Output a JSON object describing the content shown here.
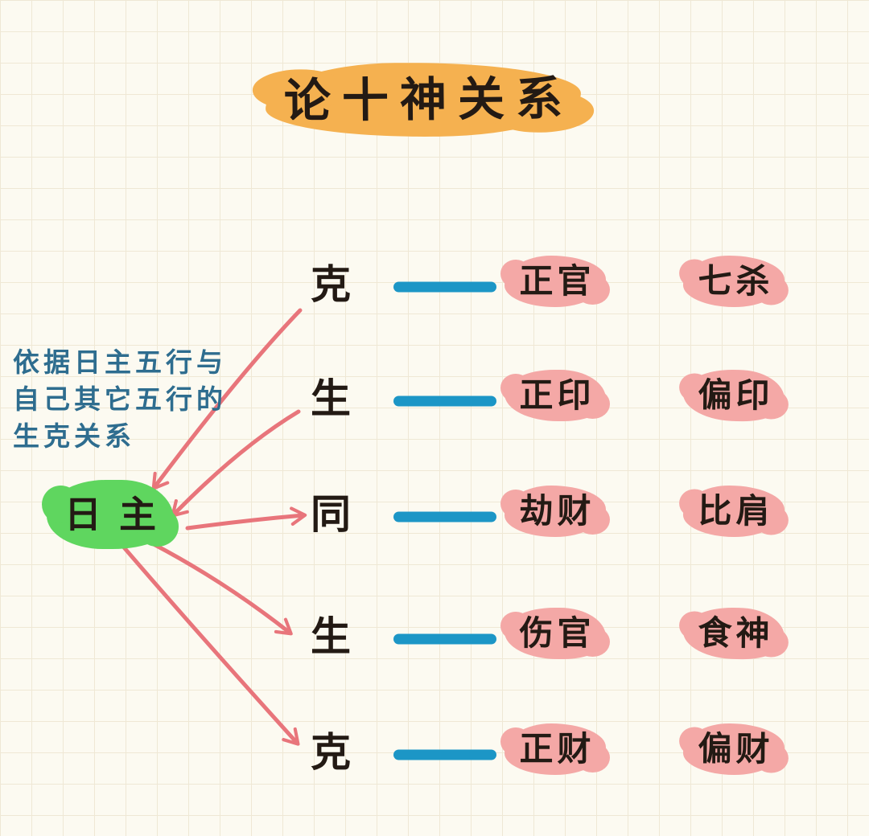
{
  "title": {
    "text": "论十神关系"
  },
  "note": {
    "lines": [
      "依据日主五行与",
      "自己其它五行的",
      "生克关系"
    ]
  },
  "day_master": {
    "label": "日主"
  },
  "relations": {
    "rows": [
      {
        "relation": "克",
        "primary": "正官",
        "secondary": "七杀",
        "arrow_direction": "row-to-day-master"
      },
      {
        "relation": "生",
        "primary": "正印",
        "secondary": "偏印",
        "arrow_direction": "row-to-day-master"
      },
      {
        "relation": "同",
        "primary": "劫财",
        "secondary": "比肩",
        "arrow_direction": "day-master-to-row"
      },
      {
        "relation": "生",
        "primary": "伤官",
        "secondary": "食神",
        "arrow_direction": "day-master-to-row"
      },
      {
        "relation": "克",
        "primary": "正财",
        "secondary": "偏财",
        "arrow_direction": "day-master-to-row"
      }
    ]
  },
  "colors": {
    "background": "#fcfaf1",
    "grid_line": "#efe8d5",
    "title_highlight": "#f5b150",
    "term_highlight": "#f4a8a6",
    "day_master_highlight": "#5fd65f",
    "connector_line": "#1c96c6",
    "arrow": "#e8757b",
    "note_text": "#2e6d8f",
    "ink": "#231a14"
  }
}
